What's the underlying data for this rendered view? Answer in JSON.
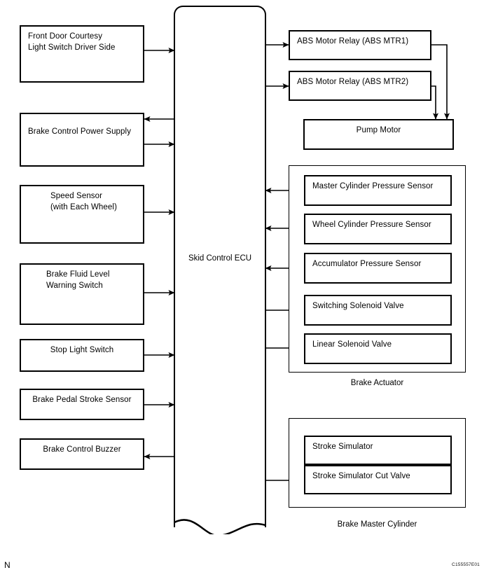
{
  "diagram": {
    "ecu": {
      "label": "Skid Control ECU"
    },
    "left_inputs": [
      {
        "label": "Front Door Courtesy\nLight Switch Driver Side",
        "align": "left",
        "direction": "to-ecu"
      },
      {
        "label": "Brake Control Power Supply",
        "align": "left",
        "direction": "bidirectional"
      },
      {
        "label": "Speed Sensor\n(with Each Wheel)",
        "align": "center",
        "direction": "to-ecu"
      },
      {
        "label": "Brake Fluid Level\nWarning Switch",
        "align": "center",
        "direction": "to-ecu"
      },
      {
        "label": "Stop Light Switch",
        "align": "center",
        "direction": "to-ecu"
      },
      {
        "label": "Brake Pedal Stroke Sensor",
        "align": "center",
        "direction": "to-ecu"
      },
      {
        "label": "Brake Control Buzzer",
        "align": "center",
        "direction": "from-ecu"
      }
    ],
    "relays": [
      {
        "label": "ABS Motor Relay (ABS MTR1)",
        "direction": "from-ecu"
      },
      {
        "label": "ABS Motor Relay (ABS MTR2)",
        "direction": "from-ecu"
      }
    ],
    "pump_motor": {
      "label": "Pump Motor"
    },
    "brake_actuator": {
      "caption": "Brake Actuator",
      "items": [
        {
          "label": "Master Cylinder Pressure Sensor",
          "direction": "to-ecu"
        },
        {
          "label": "Wheel Cylinder Pressure Sensor",
          "direction": "to-ecu"
        },
        {
          "label": "Accumulator Pressure Sensor",
          "direction": "to-ecu"
        },
        {
          "label": "Switching Solenoid Valve",
          "direction": "from-ecu"
        },
        {
          "label": "Linear Solenoid Valve",
          "direction": "from-ecu"
        }
      ]
    },
    "brake_master_cylinder": {
      "caption": "Brake Master Cylinder",
      "items": [
        {
          "label": "Stroke Simulator",
          "direction": "none"
        },
        {
          "label": "Stroke Simulator Cut Valve",
          "direction": "from-ecu"
        }
      ]
    },
    "footer": {
      "note": "N",
      "figure_id": "C155557E01"
    },
    "colors": {
      "line": "#000000",
      "background": "#ffffff"
    }
  }
}
